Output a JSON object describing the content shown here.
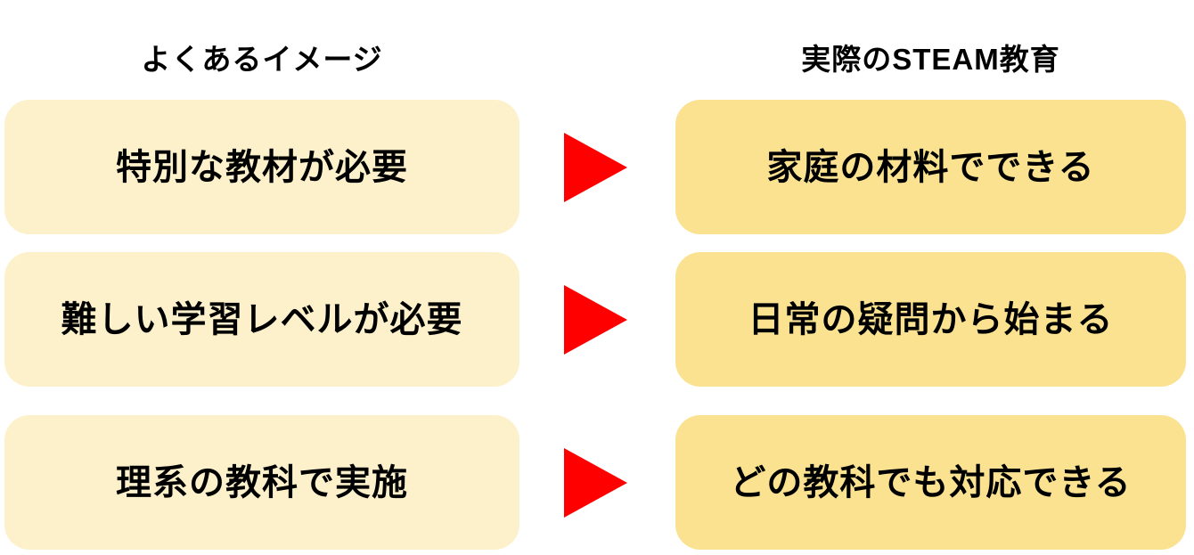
{
  "diagram": {
    "columns": {
      "left_header": "よくあるイメージ",
      "right_header": "実際のSTEAM教育"
    },
    "rows": [
      {
        "myth": "特別な教材が必要",
        "reality": "家庭の材料でできる"
      },
      {
        "myth": "難しい学習レベルが必要",
        "reality": "日常の疑問から始まる"
      },
      {
        "myth": "理系の教科で実施",
        "reality": "どの教科でも対応できる"
      }
    ],
    "colors": {
      "myth_box": "#FDF1CC",
      "reality_box": "#FAE290",
      "arrow": "#FF0000",
      "text": "#000000",
      "background": "#FFFFFF"
    }
  }
}
